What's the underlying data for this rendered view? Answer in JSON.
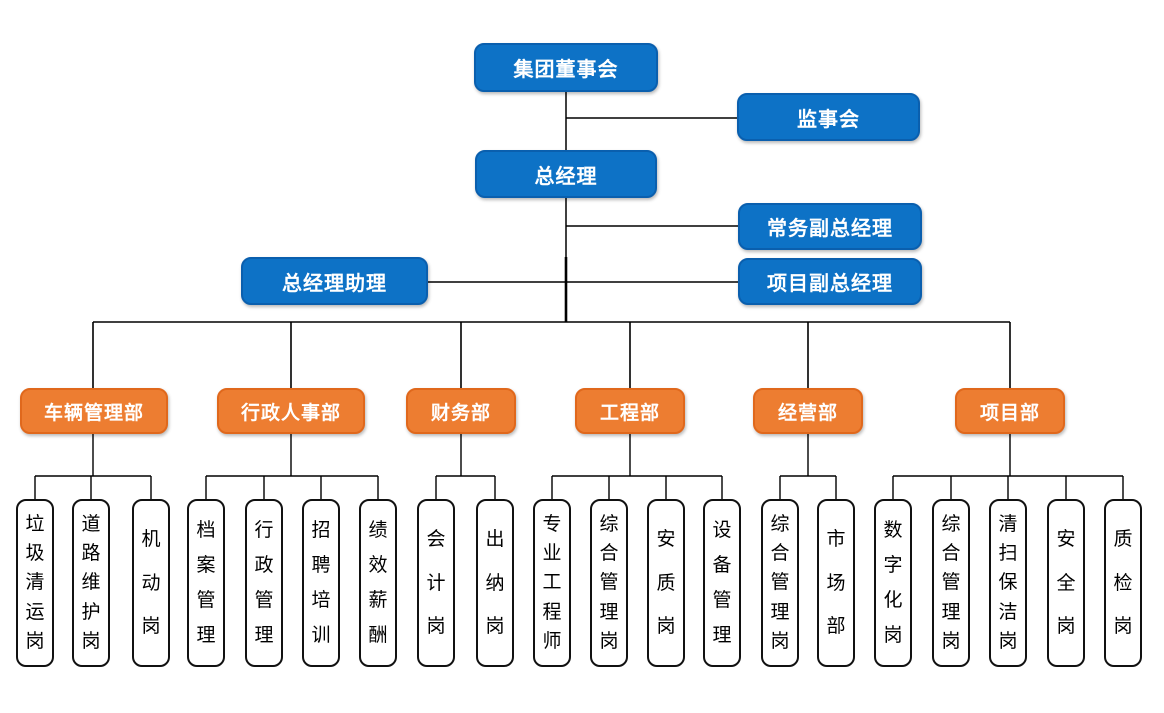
{
  "colors": {
    "node_blue": "#0d72c6",
    "node_blue_border": "#0a5fae",
    "node_orange": "#ed7d31",
    "node_orange_border": "#e0681c",
    "connector": "#000000",
    "position_box_bg": "#ffffff",
    "position_box_border": "#111111"
  },
  "org": {
    "board": {
      "label": "集团董事会"
    },
    "supervisory": {
      "label": "监事会"
    },
    "general_manager": {
      "label": "总经理"
    },
    "executive_deputy_gm": {
      "label": "常务副总经理"
    },
    "gm_assistant": {
      "label": "总经理助理"
    },
    "project_deputy_gm": {
      "label": "项目副总经理"
    },
    "departments": [
      {
        "label": "车辆管理部",
        "children": [
          "垃圾清运岗",
          "道路维护岗",
          "机动岗"
        ]
      },
      {
        "label": "行政人事部",
        "children": [
          "档案管理",
          "行政管理",
          "招聘培训",
          "绩效薪酬"
        ]
      },
      {
        "label": "财务部",
        "children": [
          "会计岗",
          "出纳岗"
        ]
      },
      {
        "label": "工程部",
        "children": [
          "专业工程师",
          "综合管理岗",
          "安质岗",
          "设备管理"
        ]
      },
      {
        "label": "经营部",
        "children": [
          "综合管理岗",
          "市场部"
        ]
      },
      {
        "label": "项目部",
        "children": [
          "数字化岗",
          "综合管理岗",
          "清扫保洁岗",
          "安全岗",
          "质检岗"
        ]
      }
    ]
  }
}
